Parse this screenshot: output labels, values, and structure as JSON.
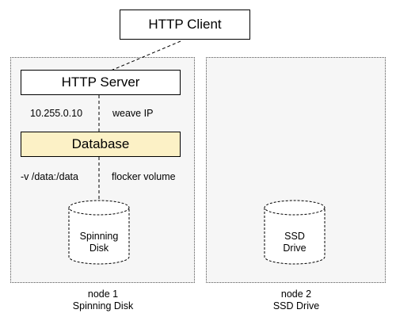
{
  "client": {
    "label": "HTTP Client"
  },
  "node1": {
    "server": "HTTP Server",
    "ip_value": "10.255.0.10",
    "ip_label": "weave IP",
    "database": "Database",
    "volume_mount": "-v /data:/data",
    "volume_label": "flocker volume",
    "disk_line1": "Spinning",
    "disk_line2": "Disk",
    "caption_line1": "node 1",
    "caption_line2": "Spinning Disk"
  },
  "node2": {
    "disk_line1": "SSD",
    "disk_line2": "Drive",
    "caption_line1": "node 2",
    "caption_line2": "SSD Drive"
  },
  "colors": {
    "database_fill": "#fcf1c6",
    "node_fill": "#f6f6f6"
  }
}
